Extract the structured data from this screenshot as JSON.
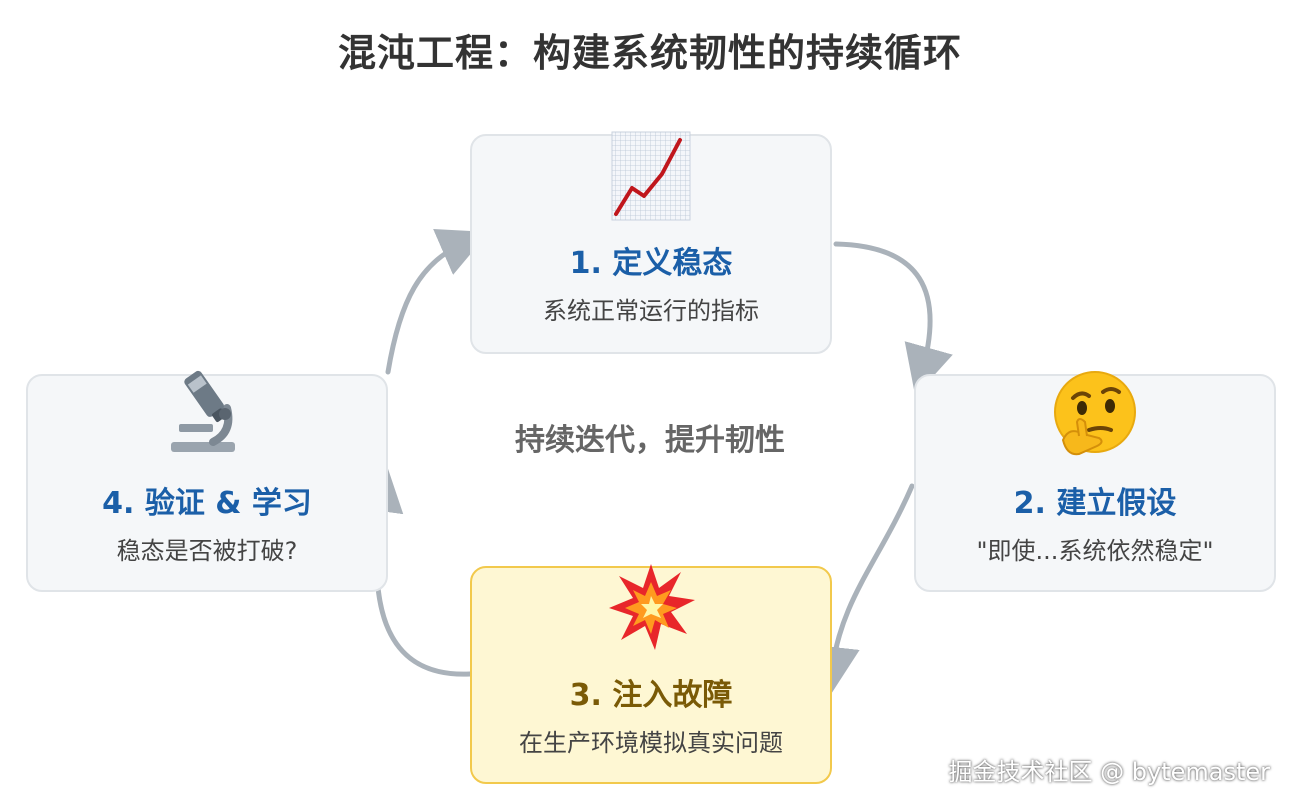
{
  "title": "混沌工程：构建系统韧性的持续循环",
  "center_label": "持续迭代，提升韧性",
  "steps": [
    {
      "title": "1. 定义稳态",
      "desc": "系统正常运行的指标",
      "icon": "chart-increasing-icon"
    },
    {
      "title": "2. 建立假设",
      "desc": "\"即使...系统依然稳定\"",
      "icon": "thinking-face-icon"
    },
    {
      "title": "3. 注入故障",
      "desc": "在生产环境模拟真实问题",
      "icon": "collision-icon"
    },
    {
      "title": "4. 验证 & 学习",
      "desc": "稳态是否被打破?",
      "icon": "microscope-icon"
    }
  ],
  "watermark": "掘金技术社区 @ bytemaster",
  "colors": {
    "step_title": "#1b5fa8",
    "highlight_title": "#7a5a06",
    "highlight_bg": "#fef7d3",
    "highlight_border": "#f2c94c",
    "card_bg": "#f5f7f9",
    "arrow": "#aab2ba"
  }
}
